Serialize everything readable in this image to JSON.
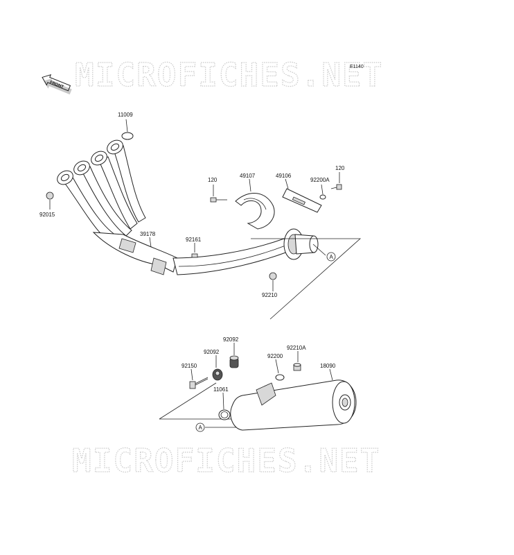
{
  "diagram": {
    "code": "E1140",
    "front_label": "FRONT",
    "watermark": "MICROFICHES.NET",
    "ref_marker": "A",
    "parts": {
      "p11009": "11009",
      "p92015": "92015",
      "p39178": "39178",
      "p92161": "92161",
      "p120a": "120",
      "p49107": "49107",
      "p49106": "49106",
      "p92200A": "92200A",
      "p120b": "120",
      "p92210": "92210",
      "p92092a": "92092",
      "p92092b": "92092",
      "p92210A": "92210A",
      "p92200": "92200",
      "p18090": "18090",
      "p92150": "92150",
      "p11061": "11061"
    }
  }
}
